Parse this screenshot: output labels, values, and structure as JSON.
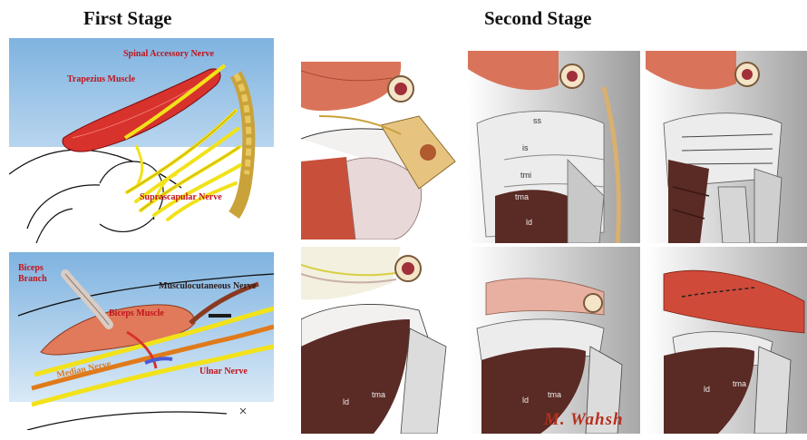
{
  "headings": {
    "first_stage": "First Stage",
    "second_stage": "Second Stage"
  },
  "top_left": {
    "labels": {
      "spinal_accessory": "Spinal Accessory Nerve",
      "trapezius": "Trapezius Muscle",
      "suprascapular": "Suprascapular Nerve"
    }
  },
  "bottom_left": {
    "labels": {
      "biceps_branch": "Biceps\nBranch",
      "biceps_muscle": "Biceps Muscle",
      "musculocutaneous": "Musculocutaneous Nerve",
      "median": "Median Nerve",
      "ulnar": "Ulnar Nerve"
    }
  },
  "anatomy_labels": {
    "ss": "ss",
    "is": "is",
    "tmi": "tmi",
    "tma": "tma",
    "ld": "ld",
    "ld2": "ld",
    "tma2": "tma",
    "ld3": "ld",
    "tma3": "tma",
    "ld4": "ld",
    "tma4": "tma"
  },
  "signature": "M. Wahsh",
  "colors": {
    "sky_top": "#7fb3e0",
    "sky_bottom": "#e8f2fb",
    "nerve_yellow": "#f2e21a",
    "muscle_red": "#d8322c",
    "muscle_brown": "#5a2a24",
    "label_red": "#c0141c"
  }
}
